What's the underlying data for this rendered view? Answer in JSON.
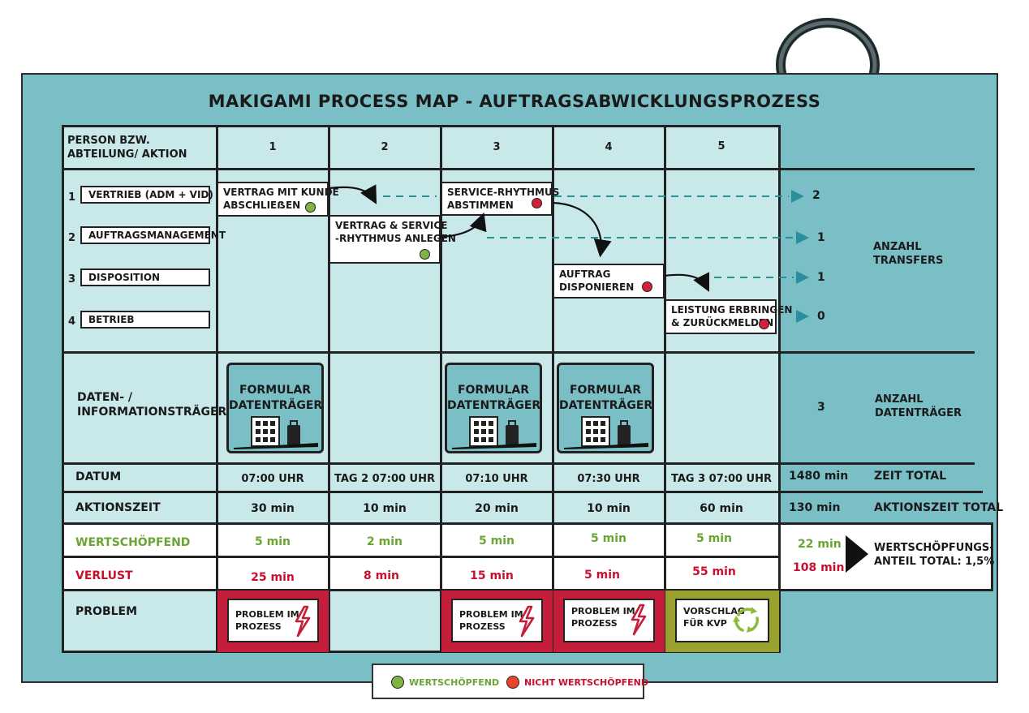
{
  "title": "MAKIGAMI PROCESS MAP - AUFTRAGSABWICKLUNGSPROZESS",
  "header": {
    "first_col": "PERSON BZW. ABTEILUNG/ AKTION",
    "steps": [
      "1",
      "2",
      "3",
      "4",
      "5"
    ]
  },
  "departments": [
    {
      "num": "1",
      "label": "VERTRIEB (ADM + VID)"
    },
    {
      "num": "2",
      "label": "AUFTRAGSMANAGEMENT"
    },
    {
      "num": "3",
      "label": "DISPOSITION"
    },
    {
      "num": "4",
      "label": "BETRIEB"
    }
  ],
  "actions": [
    {
      "line1": "VERTRAG MIT KUNDE",
      "line2": "ABSCHLIEẞEN",
      "status": "green"
    },
    {
      "line1": "VERTRAG & SERVICE",
      "line2": "-RHYTHMUS ANLEGEN",
      "status": "green"
    },
    {
      "line1": "SERVICE-RHYTHMUS",
      "line2": "ABSTIMMEN",
      "status": "red"
    },
    {
      "line1": "AUFTRAG",
      "line2": "DISPONIEREN",
      "status": "red"
    },
    {
      "line1": "LEISTUNG ERBRINGEN",
      "line2": "& ZURÜCKMELDEN",
      "status": "red"
    }
  ],
  "transfers": {
    "values": [
      "2",
      "1",
      "1",
      "0"
    ],
    "label_line1": "ANZAHL",
    "label_line2": "TRANSFERS"
  },
  "data_carriers": {
    "row_label_line1": "DATEN- /",
    "row_label_line2": "INFORMATIONSTRÄGER",
    "card_line1": "FORMULAR",
    "card_line2": "DATENTRÄGER",
    "count": "3",
    "count_label_line1": "ANZAHL",
    "count_label_line2": "DATENTRÄGER"
  },
  "datum": {
    "label": "DATUM",
    "values": [
      "07:00 UHR",
      "TAG 2 07:00 UHR",
      "07:10 UHR",
      "07:30 UHR",
      "TAG 3 07:00 UHR"
    ],
    "total": "1480 min",
    "total_label": "ZEIT TOTAL"
  },
  "aktionszeit": {
    "label": "AKTIONSZEIT",
    "values": [
      "30 min",
      "10 min",
      "20 min",
      "10 min",
      "60 min"
    ],
    "total": "130 min",
    "total_label": "AKTIONSZEIT TOTAL"
  },
  "wertschoepfend": {
    "label": "WERTSCHÖPFEND",
    "values": [
      "5 min",
      "2 min",
      "5 min",
      "5 min",
      "5 min"
    ],
    "total": "22 min"
  },
  "verlust": {
    "label": "VERLUST",
    "values": [
      "25 min",
      "8 min",
      "15 min",
      "5 min",
      "55 min"
    ],
    "total": "108 min"
  },
  "anteil": {
    "line1": "WERTSCHÖPFUNGS-",
    "line2": "ANTEIL TOTAL: 1,5%"
  },
  "problem": {
    "label": "PROBLEM",
    "card_line1": "PROBLEM IM",
    "card_line2": "PROZESS",
    "kvp_line1": "VORSCHLAG",
    "kvp_line2": "FÜR KVP"
  },
  "legend": {
    "green_label": "WERTSCHÖPFEND",
    "red_label": "NICHT WERTSCHÖPFEND"
  },
  "colors": {
    "board": "#7bbfc6",
    "cell_light": "#c9e8ea",
    "value_green": "#6aa534",
    "value_red": "#c8102e",
    "problem_red": "#c41e3a",
    "kvp_olive": "#9aa12f"
  }
}
